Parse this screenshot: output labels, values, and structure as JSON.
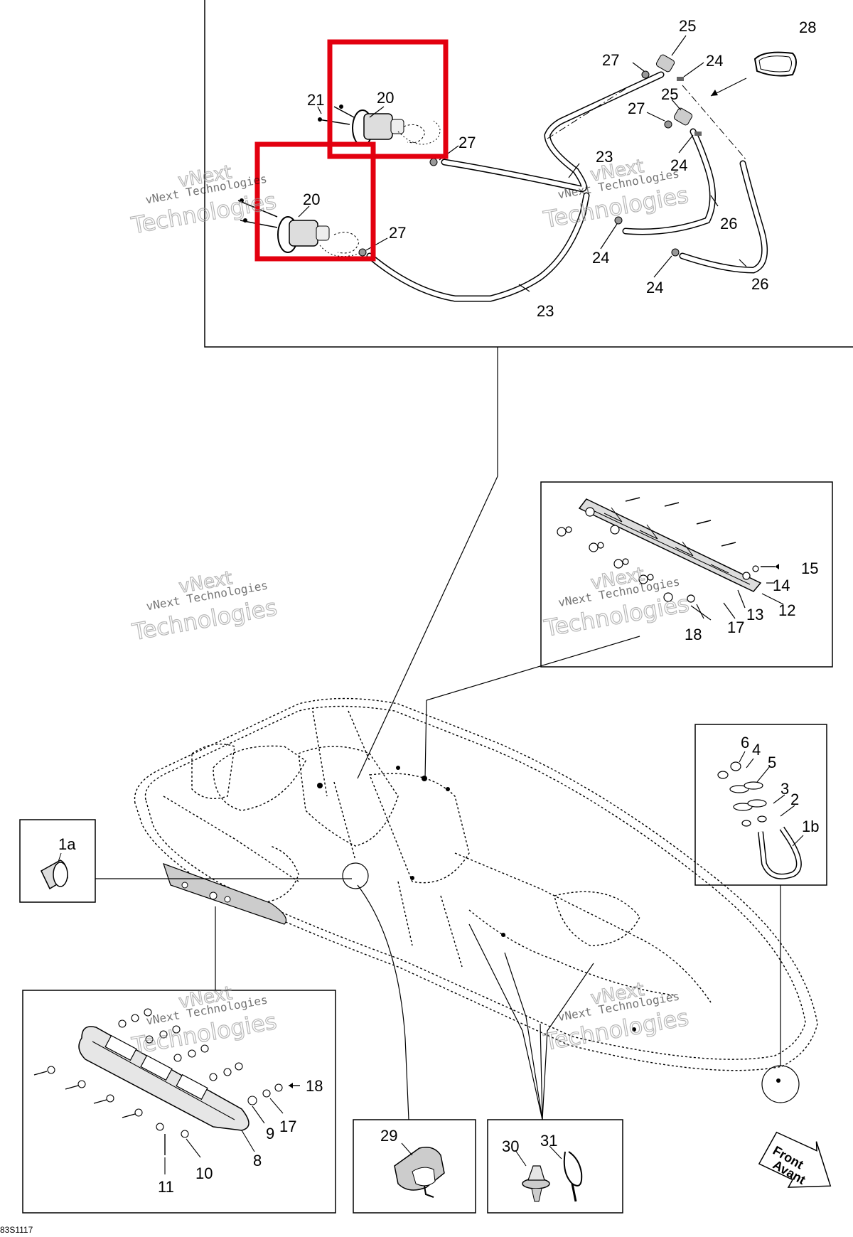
{
  "labels": {
    "top_20a": "20",
    "top_20b": "20",
    "top_21": "21",
    "top_27a": "27",
    "top_27b": "27",
    "top_27c": "27",
    "top_27d": "27",
    "top_25a": "25",
    "top_25b": "25",
    "top_24a": "24",
    "top_24b": "24",
    "top_24c": "24",
    "top_24d": "24",
    "top_28": "28",
    "top_23a": "23",
    "top_23b": "23",
    "top_26a": "26",
    "top_26b": "26",
    "rail_15": "15",
    "rail_14": "14",
    "rail_13": "13",
    "rail_12": "12",
    "rail_17": "17",
    "rail_18": "18",
    "lb_6": "6",
    "lb_4": "4",
    "lb_5": "5",
    "lb_3": "3",
    "lb_2": "2",
    "lb_1b": "1b",
    "lb_1a": "1a",
    "ll_18": "18",
    "ll_17": "17",
    "ll_9": "9",
    "ll_8": "8",
    "ll_10": "10",
    "ll_11": "11",
    "b_29": "29",
    "b_30": "30",
    "b_31": "31"
  },
  "watermark": {
    "line1": "vNext Technologies",
    "line2": "Technologies",
    "line3": "vNext"
  },
  "front_arrow": {
    "line1": "Front",
    "line2": "Avant"
  },
  "figure_code": "83S1117",
  "colors": {
    "highlight": "#e3000f",
    "line": "#000000"
  }
}
